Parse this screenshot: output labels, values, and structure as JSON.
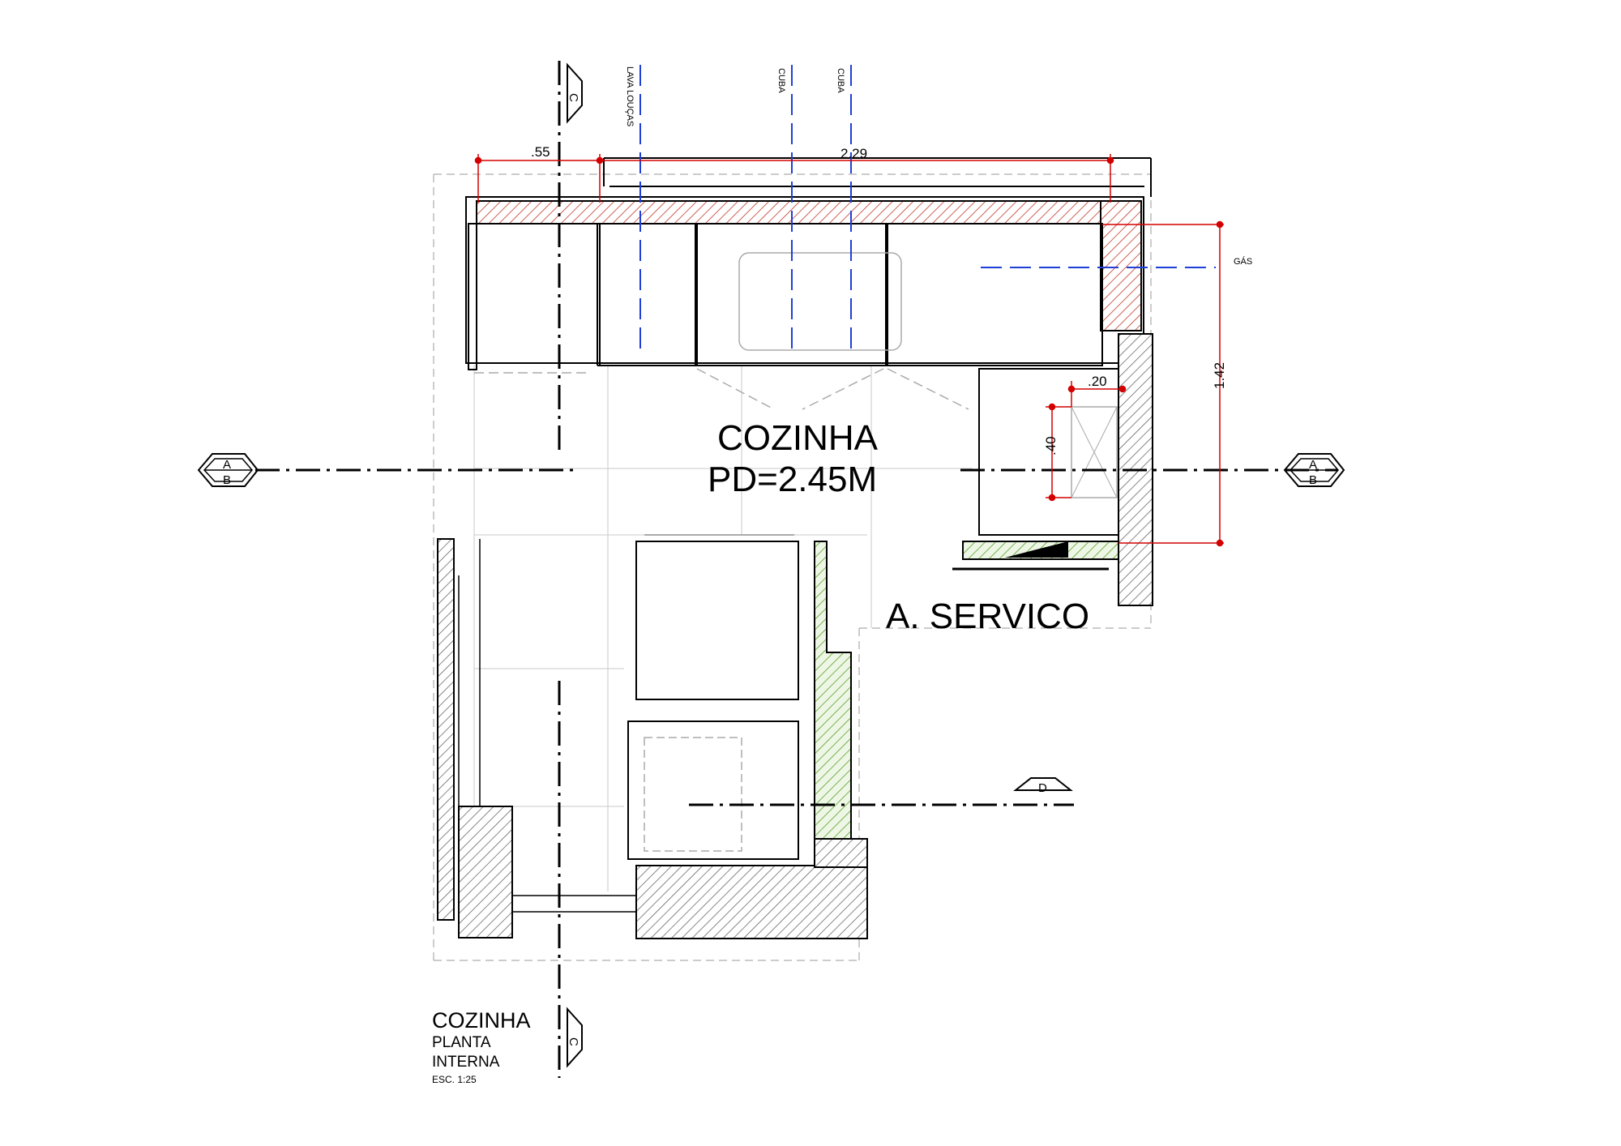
{
  "room": {
    "name": "COZINHA",
    "ceiling_height": "PD=2.45M"
  },
  "service_area": {
    "name": "A. SERVICO"
  },
  "fixtures": {
    "dishwasher": "LAVA LOUÇAS",
    "sink1": "CUBA",
    "sink2": "CUBA",
    "gas": "GÁS"
  },
  "dimensions": {
    "d1": ".55",
    "d2": "2.29",
    "d3": "1.42",
    "d4": ".20",
    "d5": ".40"
  },
  "section_marks": {
    "a": "A",
    "b": "B",
    "c": "C",
    "d": "D"
  },
  "title_block": {
    "name": "COZINHA",
    "line2": "PLANTA",
    "line3": "INTERNA",
    "scale": "ESC. 1:25"
  },
  "colors": {
    "red_wall": "#c0392b",
    "green_wall": "#5aa02c",
    "gray_hatch": "#555555",
    "dim_red": "#d40000",
    "pipe_blue": "#1f3fd6"
  }
}
